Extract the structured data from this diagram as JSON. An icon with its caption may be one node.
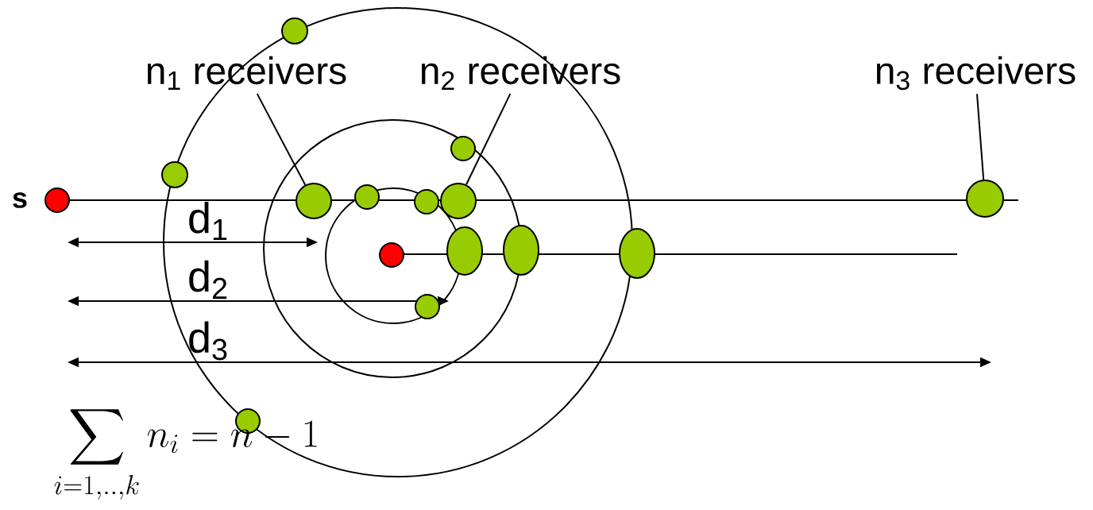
{
  "diagram": {
    "nodes": [
      {
        "text": [
          "n$_{1}$ receivers"
        ]
      },
      {
        "text": [
          "n$_{2}$ receivers"
        ]
      },
      {
        "text": [
          "n$_{3}$ receivers"
        ]
      },
      {
        "text": [],
        "shape": "circle"
      },
      {
        "text": [],
        "shape": "circle"
      },
      {
        "text": [],
        "shape": "circle"
      },
      {
        "text": [],
        "shape": "circle",
        "beside": [
          "s"
        ]
      },
      {
        "text": [],
        "shape": "circle"
      },
      {
        "text": [],
        "shape": "circle"
      },
      {
        "text": [],
        "shape": "circle"
      },
      {
        "text": [],
        "shape": "circle"
      },
      {
        "text": [],
        "shape": "circle"
      },
      {
        "text": [],
        "shape": "circle"
      },
      {
        "text": [],
        "shape": "ellipse"
      },
      {
        "text": [],
        "shape": "ellipse"
      },
      {
        "text": [],
        "shape": "ellipse"
      },
      {
        "text": [],
        "shape": "circle"
      },
      {
        "text": [],
        "shape": "circle"
      }
    ],
    "edges": [
      {
        "from": 0,
        "to": 7,
        "arrow": "none"
      },
      {
        "from": 1,
        "to": 10,
        "arrow": "none"
      },
      {
        "from": 2,
        "to": 11,
        "arrow": "none"
      }
    ],
    "labels": [
      "d$_{1}$",
      "d$_{2}$",
      "d$_{3}$",
      "\\sum_{i=1,..,k} n_i = n-1"
    ]
  }
}
